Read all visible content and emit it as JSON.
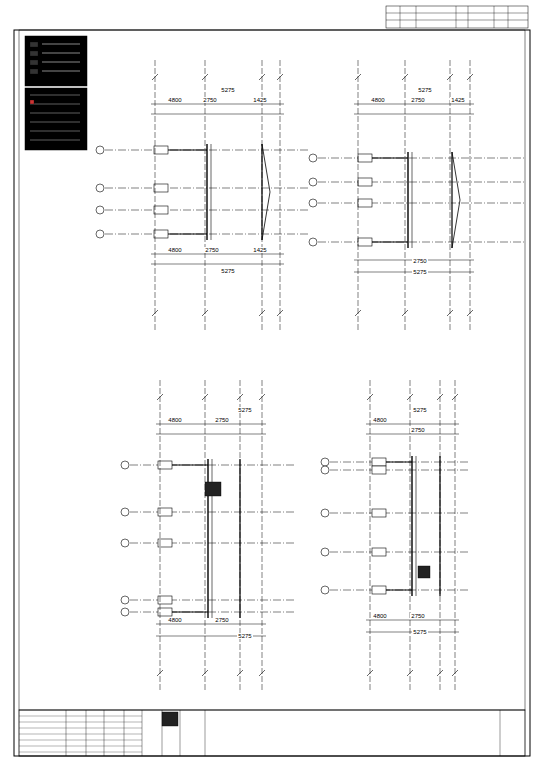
{
  "diagram": {
    "labels": [
      "4800",
      "5275",
      "2750",
      "1425",
      "4800",
      "2750",
      "1425",
      "5275",
      "4800",
      "5275",
      "2750",
      "1425",
      "2750",
      "5275",
      "4800",
      "5275",
      "2750",
      "4800",
      "2750",
      "5275",
      "4800",
      "5275",
      "2750",
      "4800",
      "2750",
      "5275"
    ]
  }
}
